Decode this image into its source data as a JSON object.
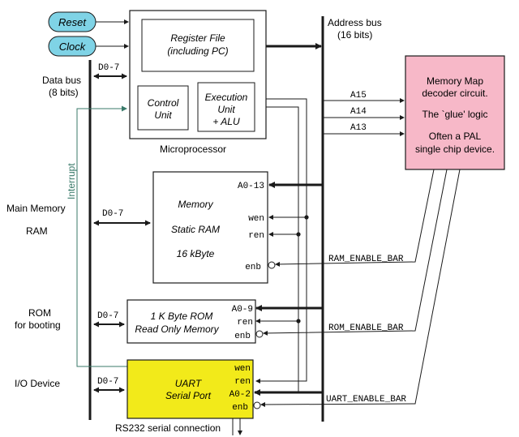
{
  "inputs": {
    "reset_label": "Reset",
    "clock_label": "Clock"
  },
  "microprocessor": {
    "label": "Microprocessor",
    "register_file_line1": "Register File",
    "register_file_line2": "(including PC)",
    "control_unit_line1": "Control",
    "control_unit_line2": "Unit",
    "execution_unit_line1": "Execution",
    "execution_unit_line2": "Unit",
    "execution_unit_line3": "+ ALU"
  },
  "buses": {
    "address_bus_line1": "Address bus",
    "address_bus_line2": "(16 bits)",
    "data_bus_line1": "Data bus",
    "data_bus_line2": "(8 bits)",
    "d07_cpu": "D0-7",
    "d07_ram": "D0-7",
    "d07_rom": "D0-7",
    "d07_uart": "D0-7"
  },
  "decoder": {
    "line1": "Memory Map",
    "line2": "decoder circuit.",
    "line3": "The `glue' logic",
    "line4": "Often a  PAL",
    "line5": "single chip device.",
    "a15": "A15",
    "a14": "A14",
    "a13": "A13",
    "colors": {
      "fill": "#f7b8c8"
    }
  },
  "interrupt_label": "Interrupt",
  "main_memory": {
    "side_line1": "Main Memory",
    "side_line2": "RAM",
    "title": "Memory",
    "line2": "Static RAM",
    "line3": "16 kByte",
    "addr": "A0-13",
    "wen": "wen",
    "ren": "ren",
    "enb": "enb",
    "enable_signal": "RAM_ENABLE_BAR"
  },
  "rom": {
    "side_line1": "ROM",
    "side_line2": "for booting",
    "line1": "1 K Byte ROM",
    "line2": "Read Only Memory",
    "addr": "A0-9",
    "ren": "ren",
    "enb": "enb",
    "enable_signal": "ROM_ENABLE_BAR"
  },
  "uart": {
    "side_label": "I/O Device",
    "line1": "UART",
    "line2": "Serial Port",
    "wen": "wen",
    "ren": "ren",
    "addr": "A0-2",
    "enb": "enb",
    "enable_signal": "UART_ENABLE_BAR",
    "rs232": "RS232 serial connection",
    "colors": {
      "fill": "#f2ea1a"
    }
  },
  "colors": {
    "input_pill": "#7fd3e6",
    "interrupt_line": "#3a7a6a",
    "ink": "#1a1a1a"
  }
}
